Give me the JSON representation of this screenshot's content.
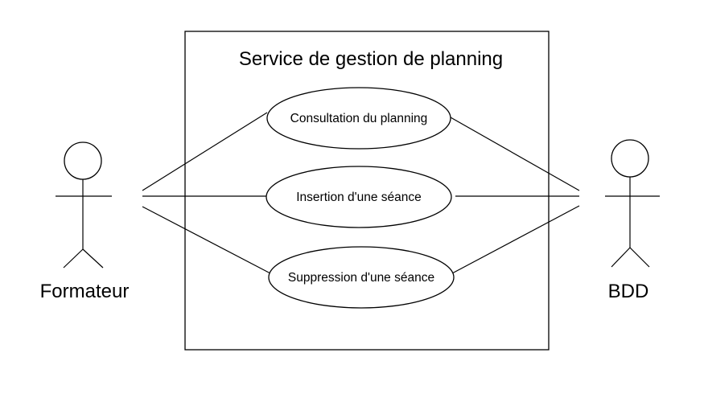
{
  "system": {
    "title": "Service de gestion de planning"
  },
  "actors": {
    "left": {
      "name": "Formateur"
    },
    "right": {
      "name": "BDD"
    }
  },
  "use_cases": [
    {
      "label": "Consultation du planning"
    },
    {
      "label": "Insertion d'une séance"
    },
    {
      "label": "Suppression d'une séance"
    }
  ],
  "colors": {
    "stroke": "#000000",
    "background": "#ffffff"
  }
}
